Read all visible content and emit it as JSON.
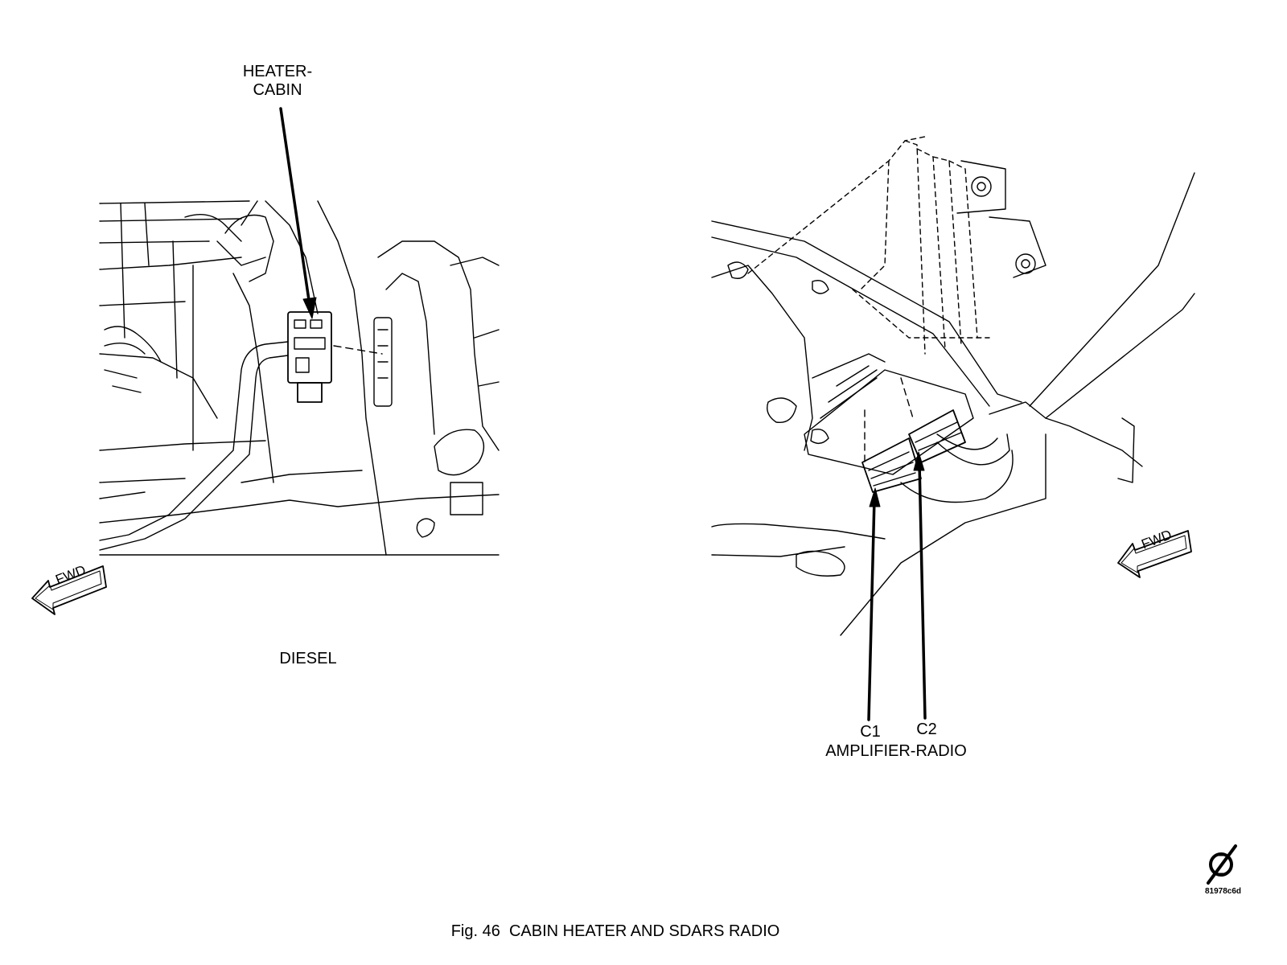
{
  "left_view": {
    "callout_line1": "HEATER-",
    "callout_line2": "CABIN",
    "caption": "DIESEL",
    "fwd_label": "FWD"
  },
  "right_view": {
    "connector_c1": "C1",
    "connector_c2": "C2",
    "component_label": "AMPLIFIER-RADIO",
    "fwd_label": "FWD"
  },
  "figure_code": "81978c6d",
  "caption": "Fig. 46  CABIN HEATER AND SDARS RADIO",
  "icons": [
    "service-symbol-icon",
    "fwd-arrow-icon"
  ]
}
